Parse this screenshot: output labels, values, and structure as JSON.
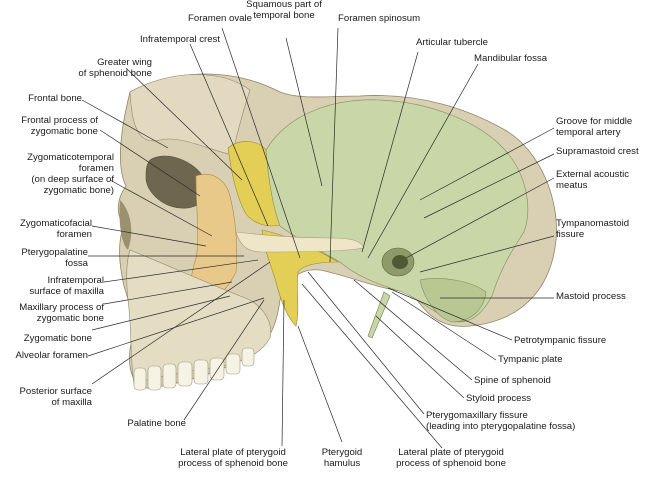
{
  "labels": {
    "foramen_ovale": "Foramen ovale",
    "squamous_part": "Squamous part of\ntemporal bone",
    "foramen_spinosum": "Foramen spinosum",
    "infratemporal_crest": "Infratemporal crest",
    "articular_tubercle": "Articular tubercle",
    "greater_wing": "Greater wing\nof sphenoid bone",
    "mandibular_fossa": "Mandibular fossa",
    "frontal_bone": "Frontal bone",
    "frontal_process": "Frontal process of\nzygomatic bone",
    "groove_middle_temporal": "Groove for middle\ntemporal artery",
    "supramastoid_crest": "Supramastoid crest",
    "external_acoustic_meatus": "External acoustic\nmeatus",
    "zygomaticotemporal_foramen": "Zygomaticotemporal\nforamen\n(on deep surface of\nzygomatic bone)",
    "zygomaticofacial_foramen": "Zygomaticofacial\nforamen",
    "tympanomastoid_fissure": "Tympanomastoid\nfissure",
    "pterygopalatine_fossa": "Pterygopalatine\nfossa",
    "infratemporal_surface_maxilla": "Infratemporal\nsurface of maxilla",
    "mastoid_process": "Mastoid process",
    "maxillary_process_zygomatic": "Maxillary process of\nzygomatic bone",
    "zygomatic_bone": "Zygomatic bone",
    "petrotympanic_fissure": "Petrotympanic fissure",
    "alveolar_foramen": "Alveolar foramen",
    "tympanic_plate": "Tympanic plate",
    "posterior_surface_maxilla": "Posterior surface\nof maxilla",
    "spine_of_sphenoid": "Spine of sphenoid",
    "styloid_process": "Styloid process",
    "pterygomaxillary_fissure": "Pterygomaxillary fissure\n(leading into pterygopalatine fossa)",
    "palatine_bone": "Palatine bone",
    "lateral_plate_1": "Lateral plate of pterygoid\nprocess of sphenoid bone",
    "pterygoid_hamulus": "Pterygoid\nhamulus",
    "lateral_plate_2": "Lateral plate of pterygoid\nprocess of sphenoid bone"
  },
  "colors": {
    "skull_bone": "#d9cfb3",
    "skull_shadow": "#a79c7c",
    "temporal_bone": "#c9d6a7",
    "sphenoid_bone": "#e3cf55",
    "zygomatic_bone": "#e9c98a",
    "leader_line": "#2a2a2a"
  }
}
